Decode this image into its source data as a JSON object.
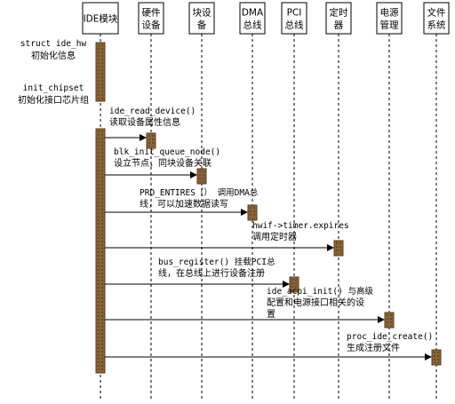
{
  "lifelines": [
    {
      "id": "ide",
      "lines": [
        "IDE模块"
      ]
    },
    {
      "id": "hw",
      "lines": [
        "硬件",
        "设备"
      ]
    },
    {
      "id": "blk",
      "lines": [
        "块设",
        "备"
      ]
    },
    {
      "id": "dma",
      "lines": [
        "DMA",
        "总线"
      ]
    },
    {
      "id": "pci",
      "lines": [
        "PCI",
        "总线"
      ]
    },
    {
      "id": "timer",
      "lines": [
        "定时",
        "器"
      ]
    },
    {
      "id": "power",
      "lines": [
        "电源",
        "管理"
      ]
    },
    {
      "id": "fs",
      "lines": [
        "文件",
        "系统"
      ]
    }
  ],
  "side_notes": [
    {
      "lines": [
        "struct ide_hw",
        "初始化信息"
      ]
    },
    {
      "lines": [
        "init_chipset",
        "初始化接口芯片组"
      ]
    }
  ],
  "messages": [
    {
      "target": "hw",
      "lines": [
        "ide_read_device()",
        "读取设备属性信息"
      ]
    },
    {
      "target": "blk",
      "lines": [
        "blk_init_queue_node()",
        "设立节点，同块设备关联"
      ]
    },
    {
      "target": "dma",
      "lines": [
        "PRD_ENTIRES（）  调用DMA总",
        "线，可以加速数据读写"
      ]
    },
    {
      "target": "timer",
      "lines": [
        "hwif->timer.expires",
        "调用定时器"
      ]
    },
    {
      "target": "pci",
      "lines": [
        "bus_register()  挂载PCI总",
        "线，在总线上进行设备注册"
      ]
    },
    {
      "target": "power",
      "lines": [
        "ide_acpi_init()  与高级",
        "配置和电源接口相关的设",
        "置"
      ]
    },
    {
      "target": "fs",
      "lines": [
        "proc_ide_create()",
        "生成注册文件"
      ]
    }
  ]
}
